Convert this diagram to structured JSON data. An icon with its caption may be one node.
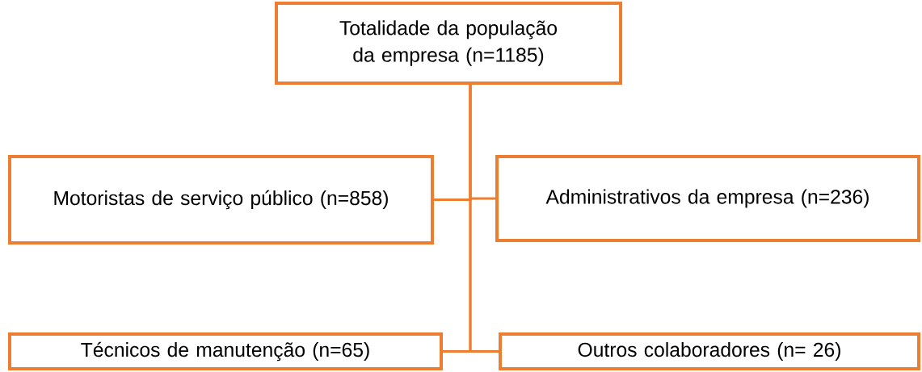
{
  "diagram": {
    "nodes": [
      {
        "text": [
          "Totalidade da população da empresa (n=1185)"
        ]
      },
      {
        "text": [
          "Motoristas de serviço público (n=858)"
        ]
      },
      {
        "text": [
          "Administrativos da empresa (n=236)"
        ]
      },
      {
        "text": [
          "Técnicos de manutenção (n=65)"
        ]
      },
      {
        "text": [
          "Outros colaboradores (n= 26)"
        ]
      }
    ],
    "edges": [
      {
        "from": 0,
        "to": 1,
        "arrow": "none"
      },
      {
        "from": 0,
        "to": 2,
        "arrow": "none"
      },
      {
        "from": 0,
        "to": 3,
        "arrow": "none"
      },
      {
        "from": 0,
        "to": 4,
        "arrow": "none"
      }
    ]
  }
}
